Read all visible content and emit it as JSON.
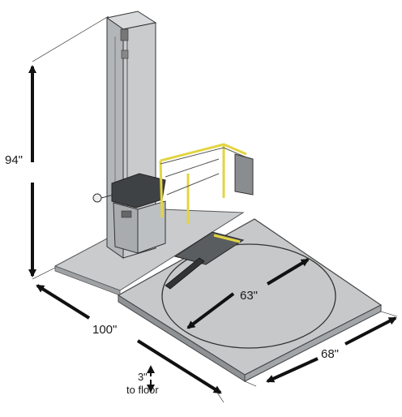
{
  "dimensions": {
    "height_label": "94\"",
    "width_label": "100\"",
    "depth_label": "68\"",
    "turntable_diameter_label": "63\"",
    "floor_clearance_value": "3\"",
    "floor_clearance_caption": "to floor"
  },
  "colors": {
    "machine_gray": "#b9bcbf",
    "machine_dark": "#4a4d50",
    "floor_plate": "#c6c8ca",
    "safety_yellow": "#e2d542",
    "dimension_arrow": "#111111"
  }
}
